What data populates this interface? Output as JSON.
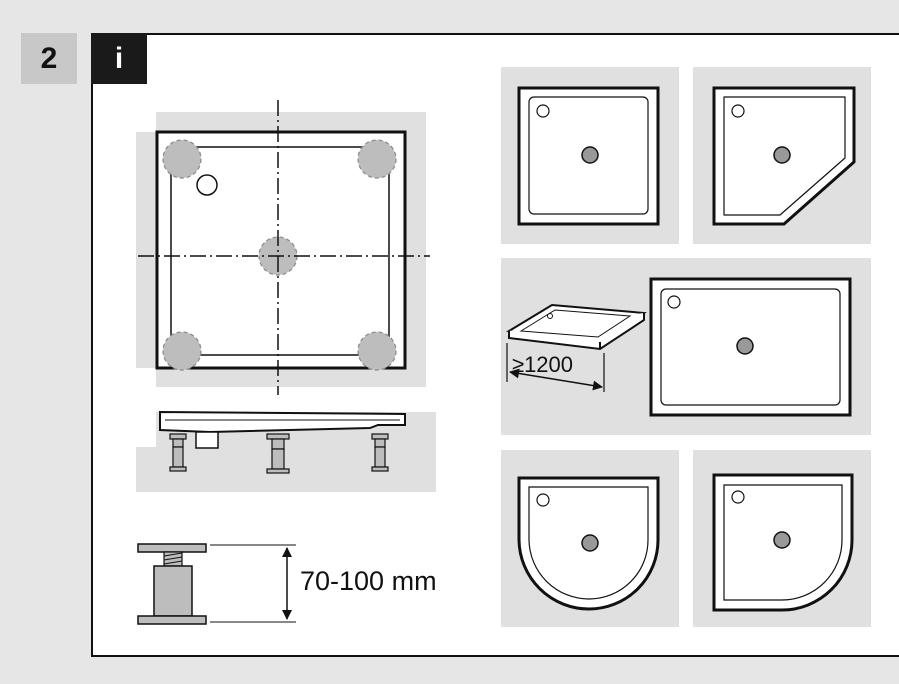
{
  "step": {
    "number": "2",
    "info_label": "i"
  },
  "labels": {
    "height_range": "70-100 mm",
    "min_width": "≥1200"
  },
  "colors": {
    "background": "#e6e6e6",
    "panel": "#e0e0e0",
    "drain": "#999999",
    "foot_highlight": "#bdbdbd",
    "outline": "#111111"
  },
  "icons": [
    "info-icon",
    "shower-tray-top-view",
    "shower-tray-side-view",
    "adjustable-foot",
    "square-tray",
    "pentagon-tray",
    "rectangular-tray",
    "tray-perspective",
    "semicircle-tray",
    "quadrant-tray"
  ]
}
